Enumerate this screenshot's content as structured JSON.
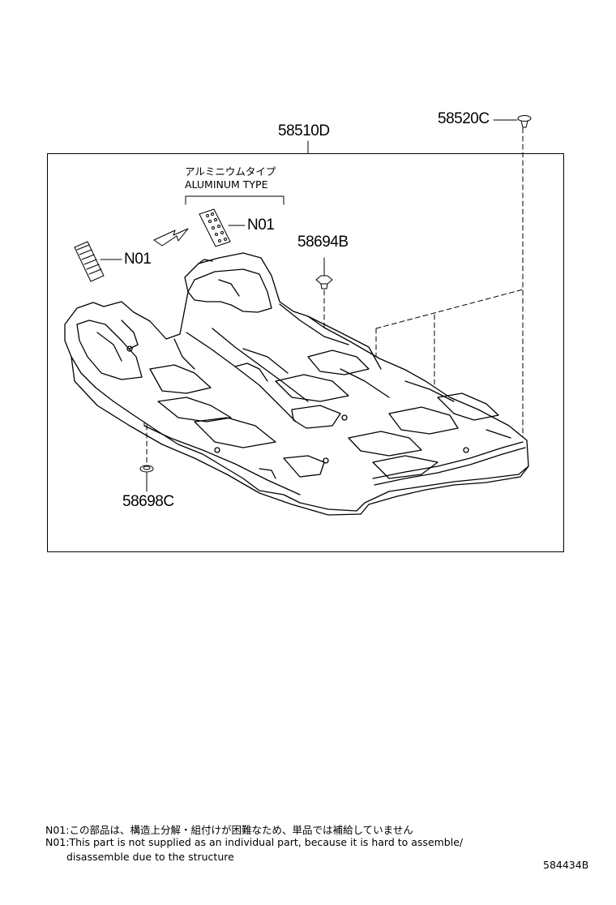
{
  "labels": {
    "main_part": "58510D",
    "clip_top": "58520C",
    "aluminum_jp": "アルミニウムタイプ",
    "aluminum_en": "ALUMINUM TYPE",
    "n01_plate": "N01",
    "n01_pedal": "N01",
    "fastener_b": "58694B",
    "fastener_c": "58698C"
  },
  "footnotes": {
    "line1": "N01:この部品は、構造上分解・組付けが困難なため、単品では補給していません",
    "line2": "N01:This part is not supplied as an individual part, because it is hard to assemble/",
    "line3": "disassemble due to the structure"
  },
  "reference_code": "584434B"
}
